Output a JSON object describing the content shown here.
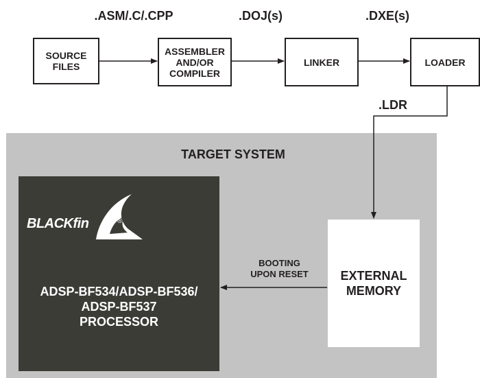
{
  "stages": {
    "source_files": "SOURCE\nFILES",
    "assembler": "ASSEMBLER\nAND/OR\nCOMPILER",
    "linker": "LINKER",
    "loader": "LOADER"
  },
  "extensions": {
    "source": ".ASM/.C/.CPP",
    "objects": ".DOJ(s)",
    "executables": ".DXE(s)",
    "loader_file": ".LDR"
  },
  "target": {
    "title": "TARGET SYSTEM",
    "processor": {
      "logo_text": "BLACKfin",
      "logo_mark": "®",
      "name": "ADSP-BF534/ADSP-BF536/\nADSP-BF537\nPROCESSOR"
    },
    "memory": "EXTERNAL\nMEMORY",
    "boot_label": "BOOTING\nUPON RESET"
  },
  "colors": {
    "target_bg": "#c3c3c4",
    "processor_bg": "#3c3c36",
    "line": "#231f20"
  }
}
